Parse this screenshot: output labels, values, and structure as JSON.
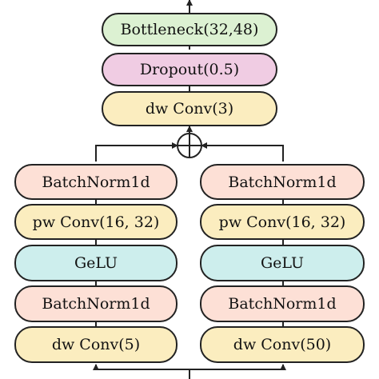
{
  "diagram": {
    "top_path": {
      "bottleneck": "Bottleneck(32,48)",
      "dropout": "Dropout(0.5)",
      "dw_conv": "dw Conv(3)"
    },
    "left_branch": {
      "batchnorm_top": "BatchNorm1d",
      "pw_conv": "pw Conv(16, 32)",
      "gelu": "GeLU",
      "batchnorm_bottom": "BatchNorm1d",
      "dw_conv": "dw Conv(5)"
    },
    "right_branch": {
      "batchnorm_top": "BatchNorm1d",
      "pw_conv": "pw Conv(16, 32)",
      "gelu": "GeLU",
      "batchnorm_bottom": "BatchNorm1d",
      "dw_conv": "dw Conv(50)"
    },
    "colors": {
      "bottleneck": "#dcf1d2",
      "dropout": "#f0cce3",
      "conv": "#fbedbf",
      "batchnorm": "#fde0d6",
      "gelu": "#cdeeed",
      "stroke": "#222222"
    }
  }
}
